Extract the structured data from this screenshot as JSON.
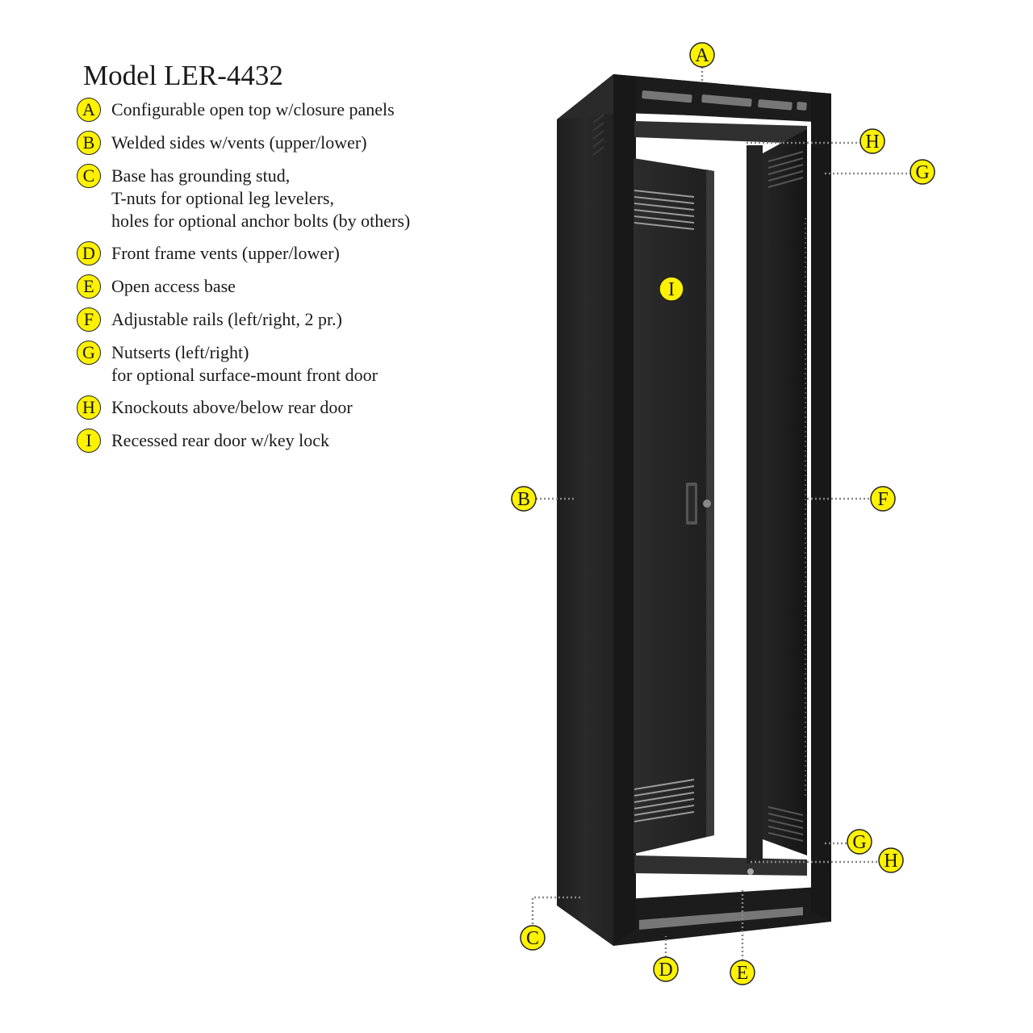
{
  "title": "Model LER-4432",
  "legend": [
    {
      "letter": "A",
      "text": "Configurable open top w/closure panels"
    },
    {
      "letter": "B",
      "text": "Welded sides w/vents (upper/lower)"
    },
    {
      "letter": "C",
      "text": "Base has grounding stud,\nT-nuts for optional leg levelers,\nholes for optional anchor bolts (by others)"
    },
    {
      "letter": "D",
      "text": "Front frame vents (upper/lower)"
    },
    {
      "letter": "E",
      "text": "Open access base"
    },
    {
      "letter": "F",
      "text": "Adjustable rails (left/right, 2 pr.)"
    },
    {
      "letter": "G",
      "text": "Nutserts (left/right)\nfor optional surface-mount front door"
    },
    {
      "letter": "H",
      "text": "Knockouts above/below rear door"
    },
    {
      "letter": "I",
      "text": "Recessed rear door w/key lock"
    }
  ],
  "callouts": {
    "a": "A",
    "b": "B",
    "c": "C",
    "d": "D",
    "e": "E",
    "f": "F",
    "g_top": "G",
    "g_bottom": "G",
    "h_top": "H",
    "h_bottom": "H",
    "i": "I"
  },
  "colors": {
    "badge": "#fff200",
    "rack_body": "#1c1c1c",
    "rack_side": "#262626",
    "rack_face": "#303030",
    "leader": "#888888"
  }
}
